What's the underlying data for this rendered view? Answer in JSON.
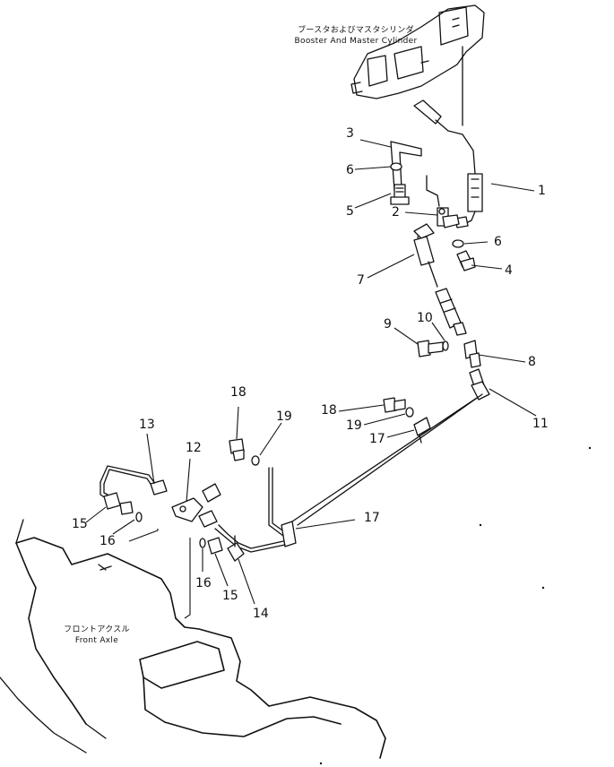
{
  "captions": {
    "booster_jp": "ブースタおよびマスタシリンダ",
    "booster_en": "Booster And Master Cylinder",
    "axle_jp": "フロントアクスル",
    "axle_en": "Front Axle"
  },
  "callouts": {
    "c1": "1",
    "c2": "2",
    "c3": "3",
    "c4": "4",
    "c5": "5",
    "c6a": "6",
    "c6b": "6",
    "c7": "7",
    "c8": "8",
    "c9": "9",
    "c10": "10",
    "c11": "11",
    "c12": "12",
    "c13": "13",
    "c14": "14",
    "c15a": "15",
    "c15b": "15",
    "c16a": "16",
    "c16b": "16",
    "c17a": "17",
    "c17b": "17",
    "c18a": "18",
    "c18b": "18",
    "c19a": "19",
    "c19b": "19"
  }
}
